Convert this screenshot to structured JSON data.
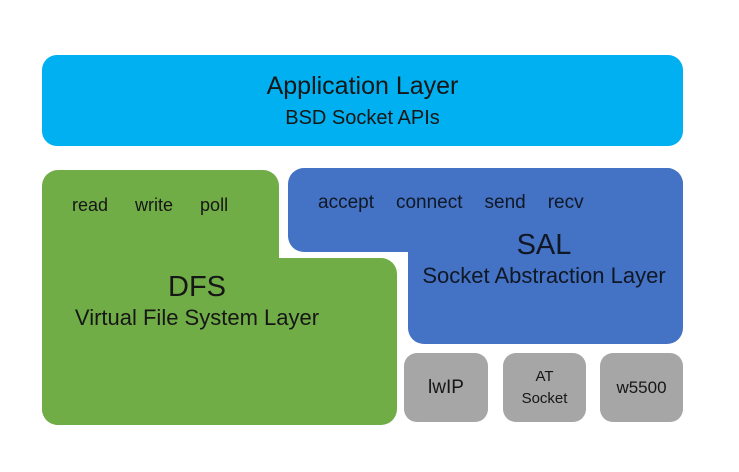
{
  "app_layer": {
    "title": "Application Layer",
    "subtitle": "BSD Socket APIs"
  },
  "dfs": {
    "apis": [
      "read",
      "write",
      "poll"
    ],
    "acronym": "DFS",
    "name": "Virtual File System Layer"
  },
  "sal": {
    "apis": [
      "accept",
      "connect",
      "send",
      "recv"
    ],
    "acronym": "SAL",
    "name": "Socket Abstraction Layer"
  },
  "backends": [
    {
      "lines": [
        "lwIP"
      ]
    },
    {
      "lines": [
        "AT",
        "Socket"
      ]
    },
    {
      "lines": [
        "w5500"
      ]
    }
  ],
  "colors": {
    "app_layer": "#00B0F0",
    "dfs": "#70AD47",
    "sal": "#4472C4",
    "backend": "#A6A6A6",
    "background": "#FFFFFF",
    "text": "#161616"
  }
}
